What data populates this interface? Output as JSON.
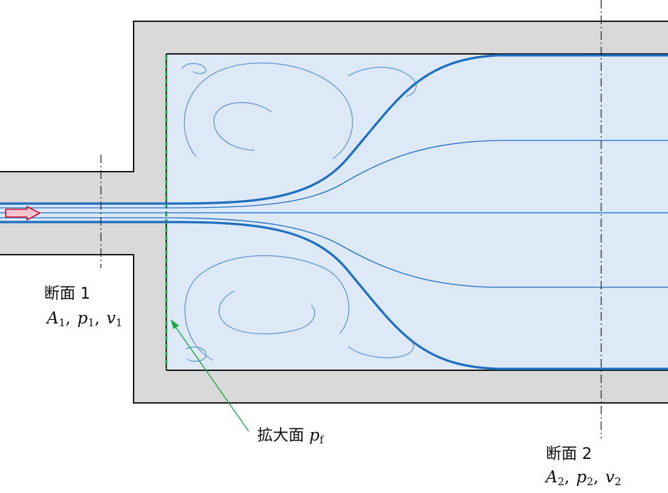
{
  "section1": {
    "title": "断面 1",
    "vars": [
      {
        "sym": "A",
        "sub": "1"
      },
      {
        "sym": "p",
        "sub": "1"
      },
      {
        "sym": "v",
        "sub": "1"
      }
    ]
  },
  "section2": {
    "title": "断面 2",
    "vars": [
      {
        "sym": "A",
        "sub": "2"
      },
      {
        "sym": "p",
        "sub": "2"
      },
      {
        "sym": "v",
        "sub": "2"
      }
    ]
  },
  "expansion_face": {
    "label": "拡大面",
    "sym": "p",
    "sub": "f"
  },
  "colors": {
    "wall": "#d9d9d9",
    "wall_edge": "#1a1a1a",
    "fluid": "#dde9f6",
    "streamline": "#1f6fc1",
    "eddy": "#5d93d3",
    "face_marker": "#22a84a",
    "inlet_arrow_fill": "#f7c4cf",
    "inlet_arrow_edge": "#c8102e"
  }
}
